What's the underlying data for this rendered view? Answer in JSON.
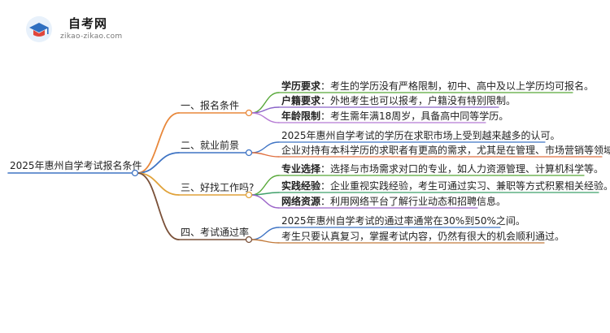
{
  "logo": {
    "title": "自考网",
    "subtitle": "zikao-zikao.com"
  },
  "root": "2025年惠州自学考试报名条件",
  "branches": [
    {
      "label": "一、报名条件",
      "color": "#e8873a",
      "leaves": [
        {
          "key": "学历要求",
          "text": "：考生的学历没有严格限制，初中、高中及以上学历均可报名。",
          "color": "#57a838"
        },
        {
          "key": "户籍要求",
          "text": "：外地考生也可以报考，户籍没有特别限制。",
          "color": "#8a63c8"
        },
        {
          "key": "年龄限制",
          "text": "：考生需年满18周岁，具备高中同等学历。",
          "color": "#b57ad4"
        }
      ]
    },
    {
      "label": "二、就业前景",
      "color": "#3f74c4",
      "leaves": [
        {
          "key": "",
          "text": "2025年惠州自学考试的学历在求职市场上受到越来越多的认可。",
          "color": "#3f74c4"
        },
        {
          "key": "",
          "text": "企业对持有本科学历的求职者有更高的需求，尤其是在管理、市场营销等领域。",
          "color": "#e07040"
        }
      ]
    },
    {
      "label": "三、好找工作吗?",
      "color": "#e0a23a",
      "leaves": [
        {
          "key": "专业选择",
          "text": "：选择与市场需求对口的专业，如人力资源管理、计算机科学等。",
          "color": "#57a838"
        },
        {
          "key": "实践经验",
          "text": "：企业重视实践经验，考生可通过实习、兼职等方式积累相关经验。",
          "color": "#3fa06a"
        },
        {
          "key": "网络资源",
          "text": "：利用网络平台了解行业动态和招聘信息。",
          "color": "#9a63c8"
        }
      ]
    },
    {
      "label": "四、考试通过率",
      "color": "#7a5038",
      "leaves": [
        {
          "key": "",
          "text": "2025年惠州自学考试的通过率通常在30%到50%之间。",
          "color": "#3f74c4"
        },
        {
          "key": "",
          "text": "考生只要认真复习，掌握考试内容，仍然有很大的机会顺利通过。",
          "color": "#c27a3a"
        }
      ]
    }
  ]
}
